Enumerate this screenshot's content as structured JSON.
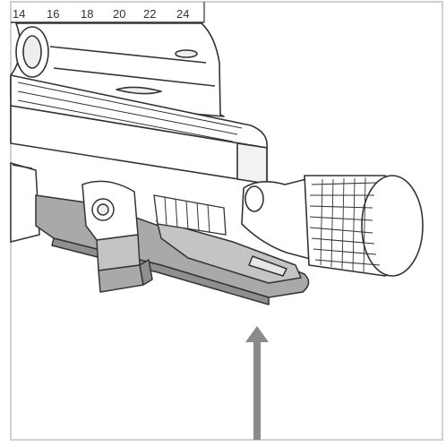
{
  "scale": {
    "labels": [
      "14",
      "16",
      "18",
      "20",
      "22",
      "24"
    ]
  },
  "colors": {
    "ink": "#333333",
    "shade_dark": "#a9a9a9",
    "shade_mid": "#c4c4c4",
    "shade_light": "#dcdcdc",
    "arrow": "#8a8a8a",
    "frame": "#d0d0d0"
  }
}
